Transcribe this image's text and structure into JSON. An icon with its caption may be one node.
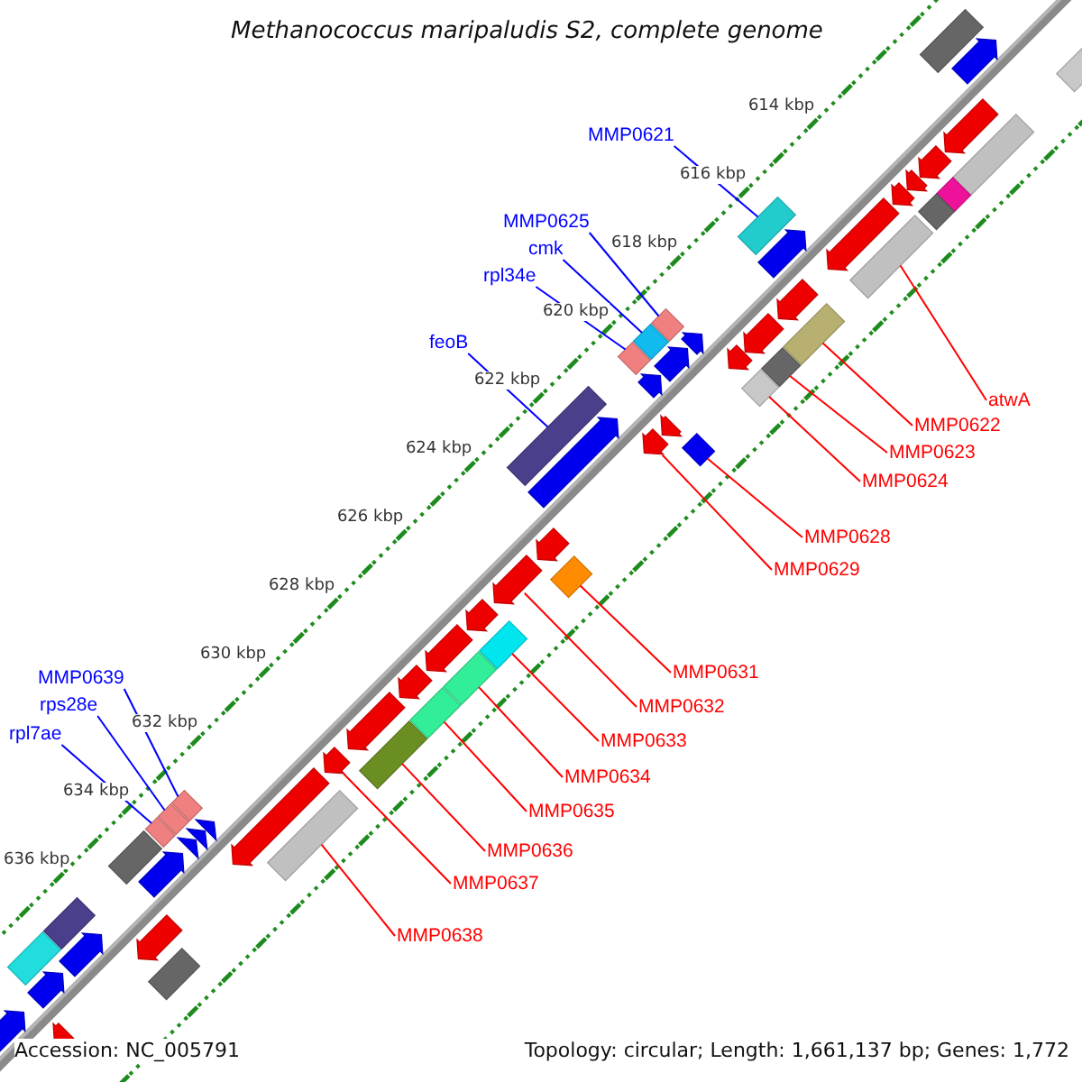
{
  "diagram": {
    "title": "Methanococcus maripaludis S2, complete genome",
    "nodes": [
      {
        "text": [
          "MMP0621"
        ]
      },
      {
        "text": [
          "MMP0625"
        ]
      },
      {
        "text": [
          "cmk"
        ]
      },
      {
        "text": [
          "rpl34e"
        ]
      },
      {
        "text": [
          "feoB"
        ]
      },
      {
        "text": [
          "MMP0639"
        ]
      },
      {
        "text": [
          "rps28e"
        ]
      },
      {
        "text": [
          "rpl7ae"
        ]
      },
      {
        "text": [
          "atwA"
        ]
      },
      {
        "text": [
          "MMP0622"
        ]
      },
      {
        "text": [
          "MMP0623"
        ]
      },
      {
        "text": [
          "MMP0624"
        ]
      },
      {
        "text": [
          "MMP0628"
        ]
      },
      {
        "text": [
          "MMP0629"
        ]
      },
      {
        "text": [
          "MMP0631"
        ]
      },
      {
        "text": [
          "MMP0632"
        ]
      },
      {
        "text": [
          "MMP0633"
        ]
      },
      {
        "text": [
          "MMP0634"
        ]
      },
      {
        "text": [
          "MMP0635"
        ]
      },
      {
        "text": [
          "MMP0636"
        ]
      },
      {
        "text": [
          "MMP0637"
        ]
      },
      {
        "text": [
          "MMP0638"
        ]
      },
      {
        "text": [],
        "shape": "bar"
      },
      {
        "text": [],
        "shape": "bar"
      },
      {
        "text": [],
        "shape": "bar"
      },
      {
        "text": [],
        "shape": "bar"
      },
      {
        "text": [],
        "shape": "bar"
      },
      {
        "text": [],
        "shape": "bar"
      },
      {
        "text": [],
        "shape": "bar"
      },
      {
        "text": [],
        "shape": "bar"
      },
      {
        "text": [],
        "shape": "bar"
      },
      {
        "text": [],
        "shape": "bar"
      },
      {
        "text": [],
        "shape": "bar"
      },
      {
        "text": [],
        "shape": "bar"
      },
      {
        "text": [],
        "shape": "bar"
      },
      {
        "text": [],
        "shape": "pentagon"
      },
      {
        "text": [],
        "shape": "bar"
      },
      {
        "text": [],
        "shape": "pentagon"
      },
      {
        "text": [],
        "shape": "bar"
      },
      {
        "text": [],
        "shape": "bar"
      },
      {
        "text": [],
        "shape": "bar"
      },
      {
        "text": [],
        "shape": "bar"
      },
      {
        "text": [],
        "shape": "pentagon"
      },
      {
        "text": [],
        "shape": "bar"
      },
      {
        "text": [],
        "shape": "pentagon"
      },
      {
        "text": [],
        "shape": "pentagon"
      },
      {
        "text": [],
        "shape": "pentagon"
      },
      {
        "text": [],
        "shape": "pentagon"
      },
      {
        "text": [],
        "shape": "pentagon"
      },
      {
        "text": [],
        "shape": "pentagon"
      },
      {
        "text": [],
        "shape": "pentagon"
      },
      {
        "text": [],
        "shape": "pentagon"
      },
      {
        "text": [],
        "shape": "pentagon"
      },
      {
        "text": [],
        "shape": "pentagon"
      },
      {
        "text": [],
        "shape": "pentagon"
      },
      {
        "text": [],
        "shape": "pentagon"
      },
      {
        "text": [],
        "shape": "pentagon"
      },
      {
        "text": [],
        "shape": "bar"
      },
      {
        "text": [],
        "shape": "bar"
      },
      {
        "text": [],
        "shape": "bar"
      },
      {
        "text": [],
        "shape": "bar"
      },
      {
        "text": [],
        "shape": "pentagon"
      },
      {
        "text": [],
        "shape": "pentagon"
      },
      {
        "text": [],
        "shape": "pentagon"
      },
      {
        "text": [],
        "shape": "pentagon"
      },
      {
        "text": [],
        "shape": "pentagon"
      },
      {
        "text": [],
        "shape": "pentagon"
      },
      {
        "text": [],
        "shape": "pentagon"
      },
      {
        "text": [],
        "shape": "pentagon"
      },
      {
        "text": [],
        "shape": "pentagon"
      },
      {
        "text": [],
        "shape": "pentagon"
      },
      {
        "text": [],
        "shape": "pentagon"
      },
      {
        "text": [],
        "shape": "pentagon"
      },
      {
        "text": [],
        "shape": "pentagon"
      },
      {
        "text": [],
        "shape": "pentagon"
      },
      {
        "text": [],
        "shape": "pentagon"
      },
      {
        "text": [],
        "shape": "pentagon"
      },
      {
        "text": [],
        "shape": "pentagon"
      },
      {
        "text": [],
        "shape": "bar"
      },
      {
        "text": [],
        "shape": "bar"
      },
      {
        "text": [],
        "shape": "bar"
      },
      {
        "text": [],
        "shape": "bar"
      },
      {
        "text": [],
        "shape": "bar"
      }
    ],
    "edges": [
      {
        "from": 0,
        "to": 22,
        "arrow": "none",
        "color": "#0000ff"
      },
      {
        "from": 1,
        "to": 23,
        "arrow": "none",
        "color": "#0000ff"
      },
      {
        "from": 2,
        "to": 24,
        "arrow": "none",
        "color": "#0000ff"
      },
      {
        "from": 3,
        "to": 25,
        "arrow": "none",
        "color": "#0000ff"
      },
      {
        "from": 4,
        "to": 26,
        "arrow": "none",
        "color": "#0000ff"
      },
      {
        "from": 5,
        "to": 27,
        "arrow": "none",
        "color": "#0000ff"
      },
      {
        "from": 6,
        "to": 28,
        "arrow": "none",
        "color": "#0000ff"
      },
      {
        "from": 7,
        "to": 29,
        "arrow": "none",
        "color": "#0000ff"
      },
      {
        "from": 8,
        "to": 30,
        "arrow": "none"
      },
      {
        "from": 9,
        "to": 31,
        "arrow": "none"
      },
      {
        "from": 10,
        "to": 32,
        "arrow": "none"
      },
      {
        "from": 11,
        "to": 33,
        "arrow": "none"
      },
      {
        "from": 12,
        "to": 34,
        "arrow": "none"
      },
      {
        "from": 13,
        "to": 35,
        "arrow": "none"
      },
      {
        "from": 14,
        "to": 36,
        "arrow": "none"
      },
      {
        "from": 15,
        "to": 37,
        "arrow": "none"
      },
      {
        "from": 16,
        "to": 38,
        "arrow": "none"
      },
      {
        "from": 17,
        "to": 39,
        "arrow": "none"
      },
      {
        "from": 18,
        "to": 40,
        "arrow": "none"
      },
      {
        "from": 19,
        "to": 41,
        "arrow": "none"
      },
      {
        "from": 20,
        "to": 42,
        "arrow": "none"
      },
      {
        "from": 21,
        "to": 43,
        "arrow": "none"
      }
    ],
    "labels": [
      "614 kbp",
      "616 kbp",
      "618 kbp",
      "620 kbp",
      "622 kbp",
      "624 kbp",
      "626 kbp",
      "628 kbp",
      "630 kbp",
      "632 kbp",
      "634 kbp",
      "636 kbp",
      "Accession: NC_005791",
      "Topology: circular; Length: 1,661,137 bp; Genes: 1,772"
    ]
  }
}
